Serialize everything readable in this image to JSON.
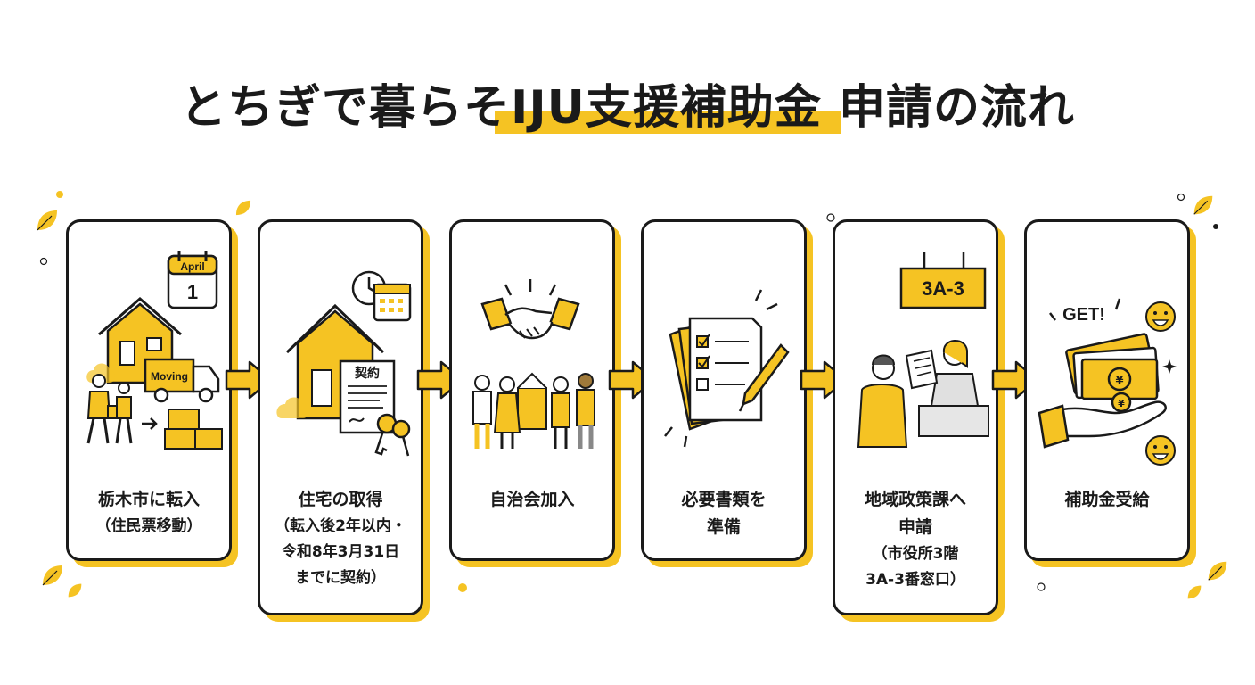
{
  "title": "とちぎで暮らそIJU支援補助金 申請の流れ",
  "accent_color": "#f5c323",
  "steps": [
    {
      "main": [
        "栃木市に転入"
      ],
      "sub": [
        "（住民票移動）"
      ],
      "icon": "moving-house-icon",
      "labels": {
        "calendar_month": "April",
        "calendar_day": "1",
        "box": "Moving"
      }
    },
    {
      "main": [
        "住宅の取得"
      ],
      "sub": [
        "（転入後2年以内・",
        "令和8年3月31日",
        "までに契約）"
      ],
      "icon": "house-contract-icon",
      "labels": {
        "contract": "契約"
      }
    },
    {
      "main": [
        "自治会加入"
      ],
      "sub": [],
      "icon": "handshake-community-icon"
    },
    {
      "main": [
        "必要書類を",
        "準備"
      ],
      "sub": [],
      "icon": "documents-checklist-icon"
    },
    {
      "main": [
        "地域政策課へ",
        "申請"
      ],
      "sub": [
        "（市役所3階",
        "3A-3番窓口）"
      ],
      "icon": "service-counter-icon",
      "labels": {
        "sign": "3A-3"
      }
    },
    {
      "main": [
        "補助金受給"
      ],
      "sub": [],
      "icon": "money-receive-icon",
      "labels": {
        "get": "GET!"
      }
    }
  ]
}
